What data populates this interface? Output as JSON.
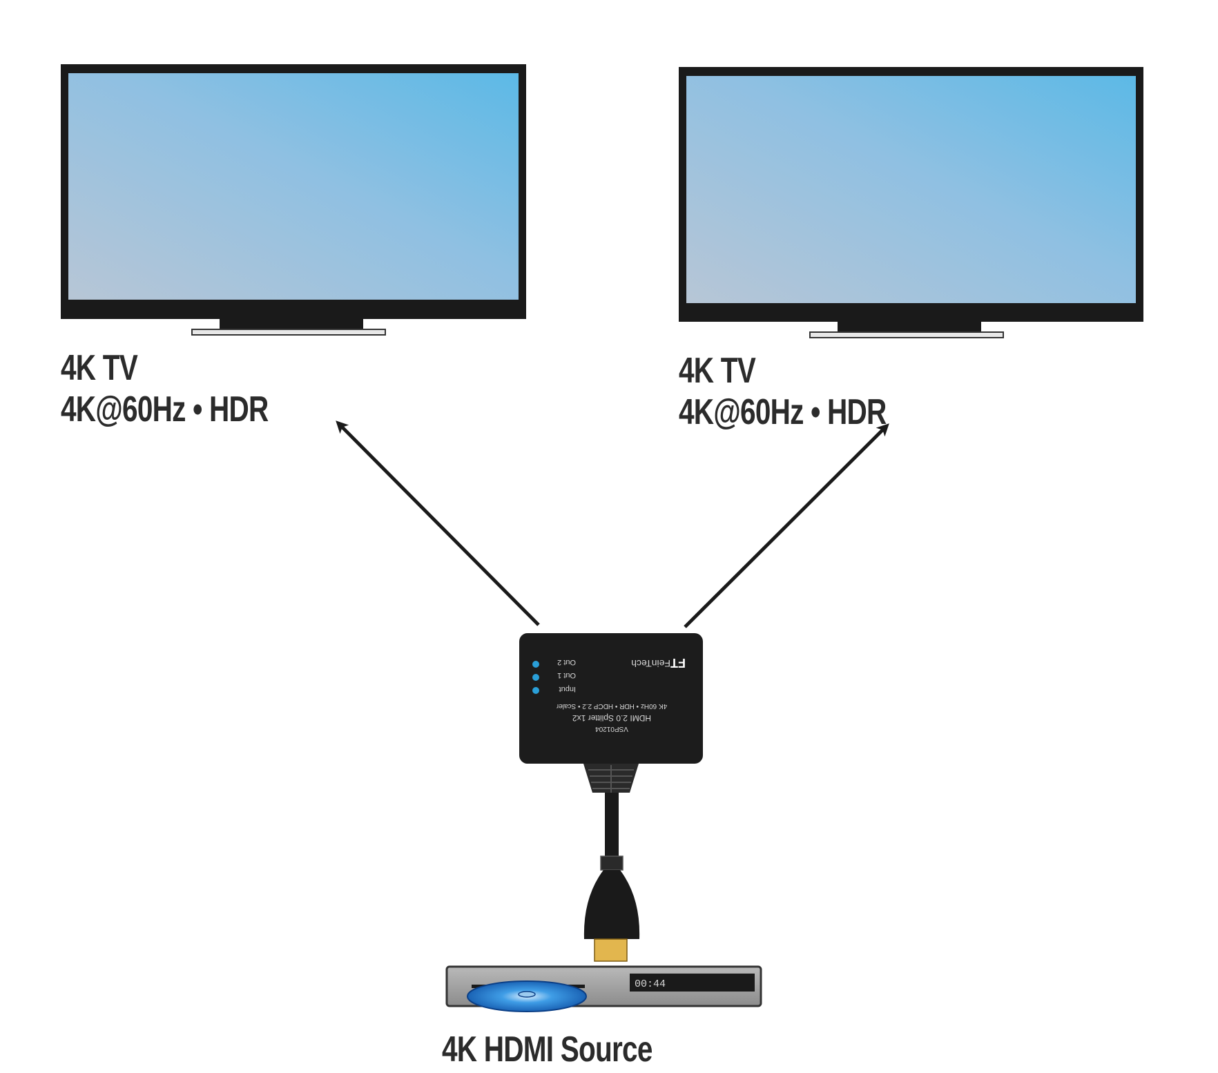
{
  "tv_left": {
    "title": "4K TV",
    "spec": "4K@60Hz • HDR"
  },
  "tv_right": {
    "title": "4K TV",
    "spec": "4K@60Hz • HDR"
  },
  "splitter": {
    "brand": "FeinTech",
    "logo": "FT",
    "model": "VSP01204",
    "name": "HDMI 2.0 Splitter 1x2",
    "features": "4K 60Hz • HDR • HDCP 2.2 • Scaler",
    "leds": [
      "Out 2",
      "Out 1",
      "Input"
    ],
    "led_color": "#2a9fd8"
  },
  "source": {
    "label": "4K HDMI Source",
    "display": "00:44"
  },
  "colors": {
    "screen_top": "#5cb9e6",
    "screen_bottom": "#b7c6d6",
    "device": "#1c1c1c",
    "connector": "#e2b64e",
    "disc": "#1b6fc4"
  }
}
